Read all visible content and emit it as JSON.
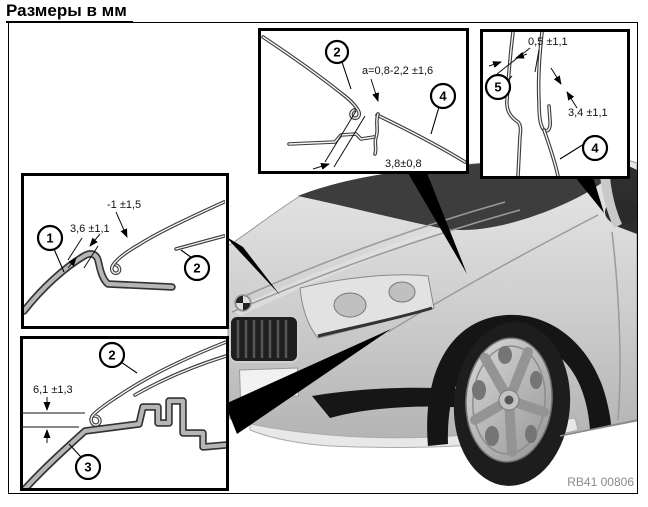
{
  "page": {
    "title": "Размеры в мм",
    "figure_code": "RB41 00806"
  },
  "colors": {
    "line": "#000000",
    "car_body": "#c9c9c9",
    "windshield": "#3d3d3d",
    "tire": "#1b1b1b",
    "sheetmetal_gray": "#b6b6b6",
    "code_text": "#8a8a8a"
  },
  "insets": {
    "hood_side_section": {
      "callout_hood": "2",
      "callout_fender": "4",
      "dim_gap": "a=0,8-2,2 ±1,6",
      "dim_offset": "3,8±0,8"
    },
    "fender_door_section": {
      "callout_fender": "5",
      "callout_door": "4",
      "dim_gap": "0,5 ±1,1",
      "dim_depth": "3,4 ±1,1"
    },
    "bumper_hood_section": {
      "callout_bumper": "1",
      "callout_hood": "2",
      "dim_offset": "-1 ±1,5",
      "dim_gap": "3,6 ±1,1"
    },
    "hood_grille_section": {
      "callout_hood": "2",
      "callout_bumper": "3",
      "dim_gap": "6,1 ±1,3"
    }
  }
}
